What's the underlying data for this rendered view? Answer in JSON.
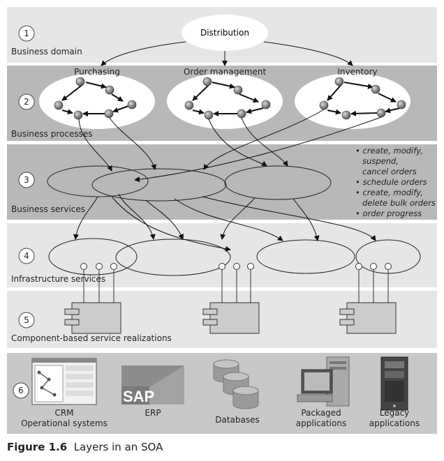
{
  "layers": [
    {
      "number": "1",
      "label": "Business domain"
    },
    {
      "number": "2",
      "label": "Business processes"
    },
    {
      "number": "3",
      "label": "Business services"
    },
    {
      "number": "4",
      "label": "Infrastructure services"
    },
    {
      "number": "5",
      "label": "Component-based service realizations"
    },
    {
      "number": "6",
      "label": ""
    }
  ],
  "domain_node": "Distribution",
  "processes": [
    "Purchasing",
    "Order management",
    "Inventory"
  ],
  "service_bullets": [
    [
      "create, modify,",
      "suspend,",
      "cancel orders"
    ],
    [
      "schedule orders"
    ],
    [
      "create, modify,",
      "delete bulk orders"
    ],
    [
      "order progress"
    ]
  ],
  "systems": [
    {
      "lines": [
        "CRM",
        "Operational systems"
      ],
      "icon": "crm-screenshot-icon"
    },
    {
      "lines": [
        "ERP"
      ],
      "icon": "sap-logo-icon",
      "logo_text": "SAP"
    },
    {
      "lines": [
        "Databases"
      ],
      "icon": "database-cylinders-icon"
    },
    {
      "lines": [
        "Packaged",
        "applications"
      ],
      "icon": "desktop-computer-icon"
    },
    {
      "lines": [
        "Legacy",
        "applications"
      ],
      "icon": "server-tower-icon"
    }
  ],
  "caption": {
    "figure_label": "Figure 1.6",
    "text": "Layers in an SOA"
  },
  "colors": {
    "band_light": "#e6e6e6",
    "band_dark": "#b8b8b8",
    "node": "#8a8a8a"
  }
}
